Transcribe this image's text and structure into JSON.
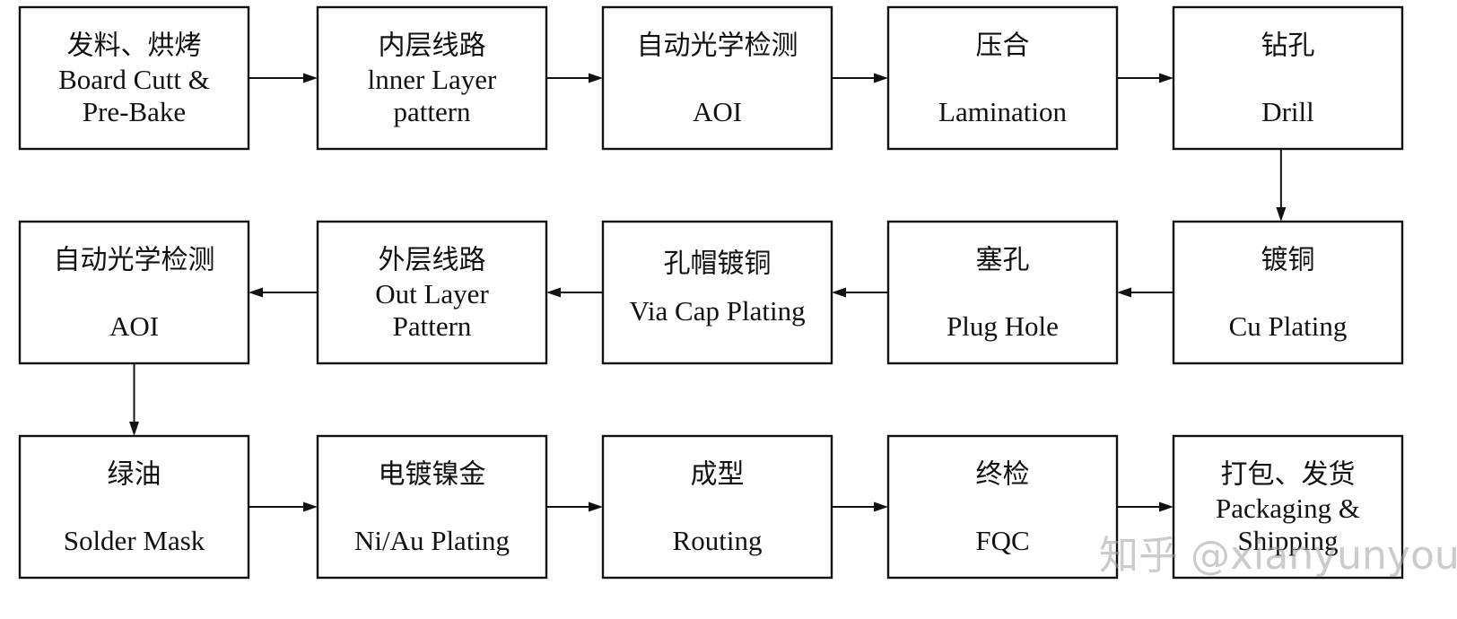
{
  "colors": {
    "stroke": "#111111",
    "background": "#ffffff",
    "watermark": "#a0a0a0"
  },
  "steps": [
    {
      "lines": [
        "发料、烘烤",
        "Board Cutt  &",
        "Pre-Bake"
      ]
    },
    {
      "lines": [
        "内层线路",
        "lnner Layer",
        "pattern"
      ]
    },
    {
      "lines": [
        "自动光学检测",
        "",
        "AOI"
      ]
    },
    {
      "lines": [
        "压合",
        "",
        "Lamination"
      ]
    },
    {
      "lines": [
        "钻孔",
        "",
        "Drill"
      ]
    },
    {
      "lines": [
        "镀铜",
        "",
        "Cu Plating"
      ]
    },
    {
      "lines": [
        "塞孔",
        "",
        "Plug Hole"
      ]
    },
    {
      "lines": [
        "孔帽镀铜",
        "Via Cap Plating"
      ]
    },
    {
      "lines": [
        "外层线路",
        "Out Layer",
        "Pattern"
      ]
    },
    {
      "lines": [
        "自动光学检测",
        "",
        "AOI"
      ]
    },
    {
      "lines": [
        "绿油",
        "",
        "Solder Mask"
      ]
    },
    {
      "lines": [
        "电镀镍金",
        "",
        "Ni/Au Plating"
      ]
    },
    {
      "lines": [
        "成型",
        "",
        "Routing"
      ]
    },
    {
      "lines": [
        "终检",
        "",
        "FQC"
      ]
    },
    {
      "lines": [
        "打包、发货",
        "Packaging &",
        "Shipping"
      ]
    }
  ],
  "watermark": {
    "text": "知乎 @xianyunyouhe"
  }
}
